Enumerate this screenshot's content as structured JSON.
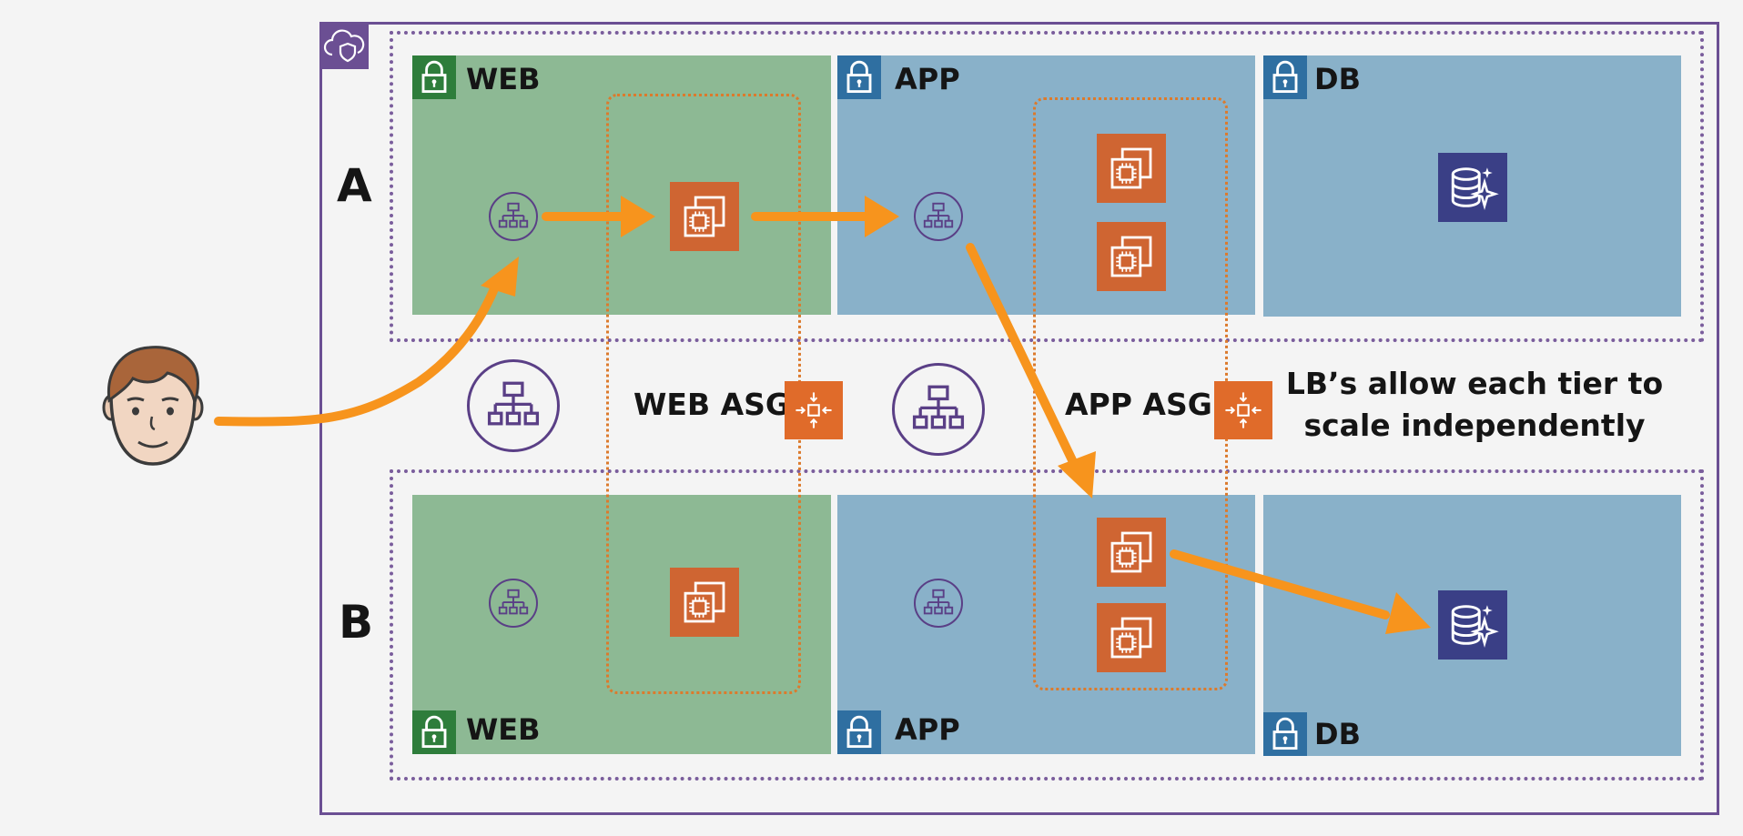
{
  "az_labels": {
    "a": "A",
    "b": "B"
  },
  "subnets": {
    "web": "WEB",
    "app": "APP",
    "db": "DB"
  },
  "asg_labels": {
    "web": "WEB ASG",
    "app": "APP ASG"
  },
  "note": {
    "line1": "LB’s allow each tier to",
    "line2": "scale independently"
  },
  "colors": {
    "web_subnet": "#8db994",
    "app_db_subnet": "#89b1c9",
    "vpc_border": "#6b4f93",
    "arrow": "#f7941d",
    "ec2": "#cf6532",
    "rds": "#3a3f86"
  },
  "icons": [
    "vpc-cloud-shield-icon",
    "lock-icon",
    "load-balancer-icon",
    "ec2-instance-icon",
    "auto-scaling-icon",
    "rds-database-icon",
    "user-avatar-icon"
  ]
}
